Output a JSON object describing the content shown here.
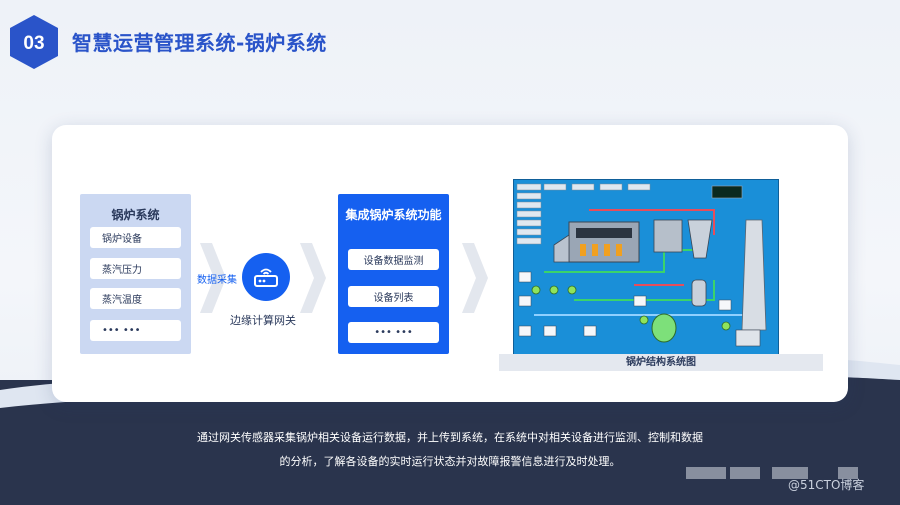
{
  "header": {
    "badge": "03",
    "title": "智慧运营管理系统-锅炉系统"
  },
  "left_panel": {
    "title": "锅炉系统",
    "items": [
      "锅炉设备",
      "蒸汽压力",
      "蒸汽温度",
      "••• •••"
    ]
  },
  "collect_label": "数据采集",
  "gateway": {
    "label": "边缘计算网关",
    "icon": "router-icon"
  },
  "middle_panel": {
    "title": "集成锅炉系统功能",
    "items": [
      "设备数据监测",
      "设备列表",
      "••• •••"
    ]
  },
  "diagram": {
    "caption": "锅炉结构系统图"
  },
  "description": {
    "line1": "通过网关传感器采集锅炉相关设备运行数据，并上传到系统，在系统中对相关设备进行监测、控制和数据",
    "line2": "的分析，了解各设备的实时运行状态并对故障报警信息进行及时处理。"
  },
  "watermark": "@51CTO博客",
  "colors": {
    "accent": "#1560f0",
    "title": "#2a54c9",
    "dark_band": "#2a344d",
    "diagram_bg": "#1a8fd8"
  }
}
